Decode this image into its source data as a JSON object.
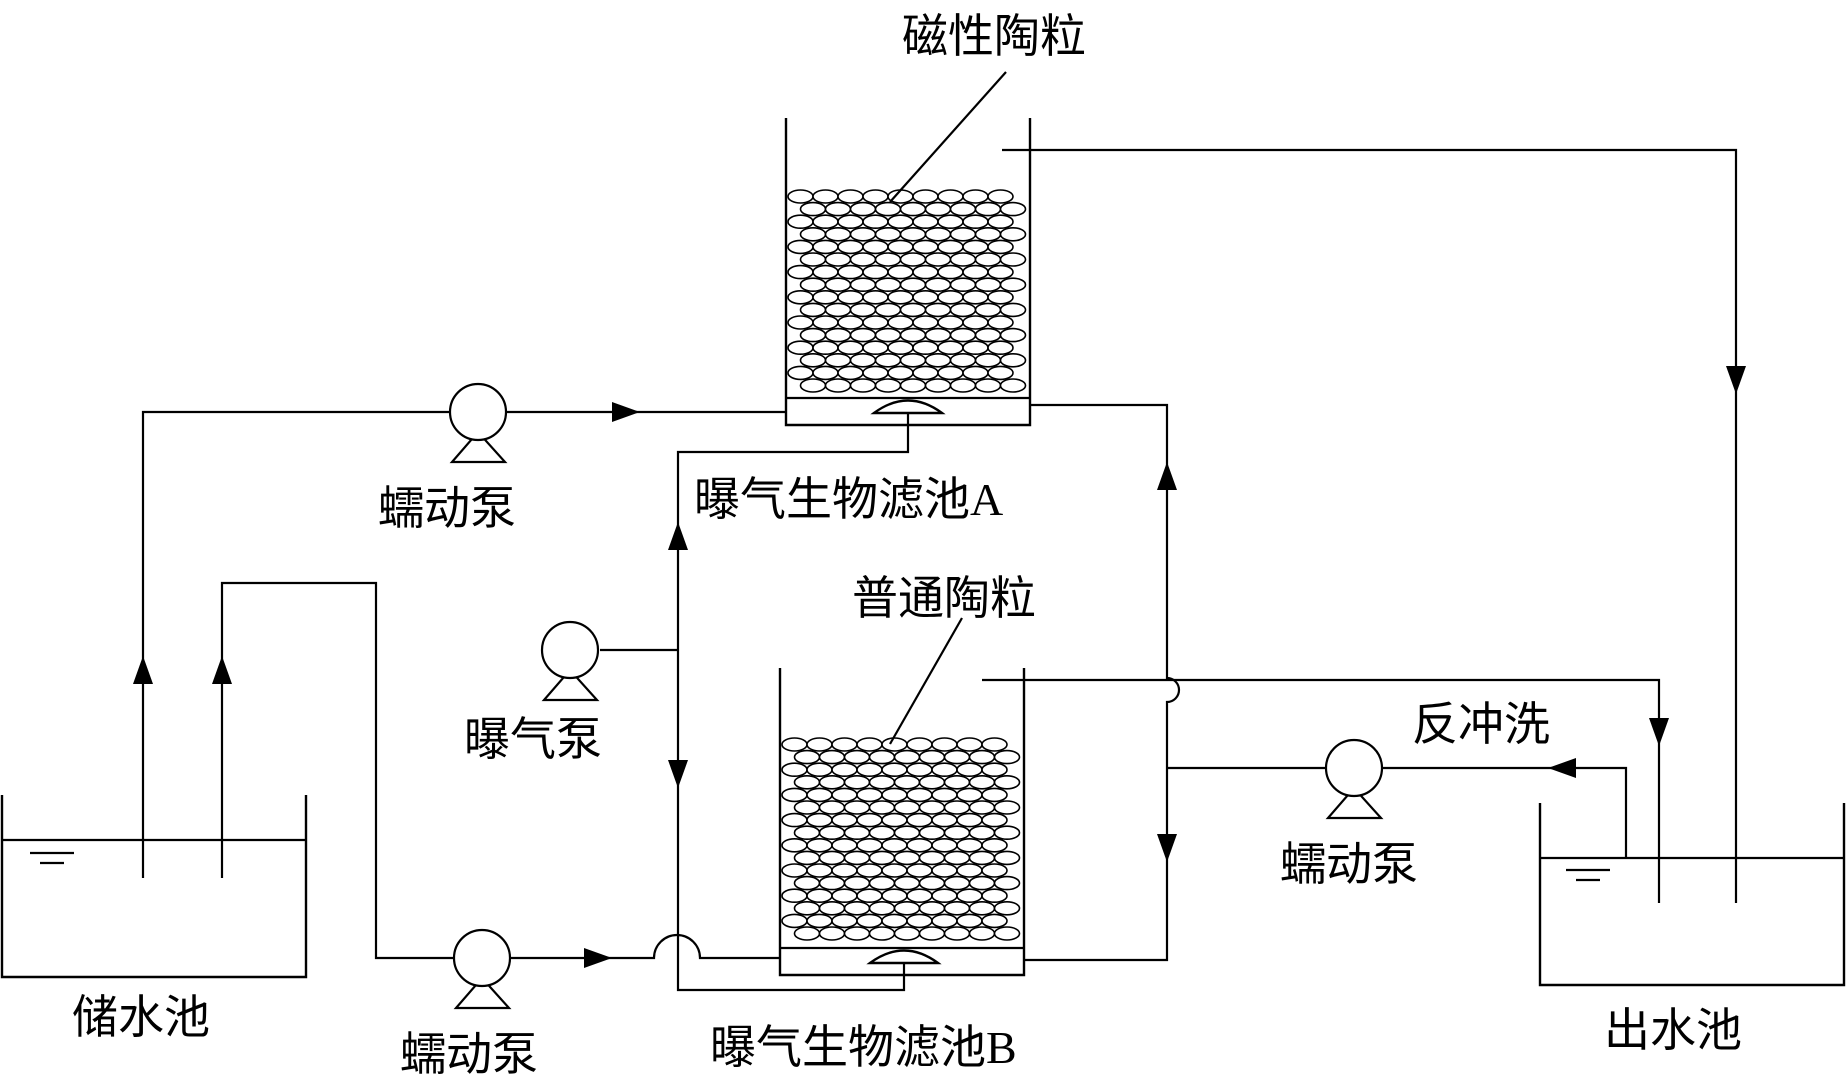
{
  "labels": {
    "magnetic_ceramsite": "磁性陶粒",
    "ordinary_ceramsite": "普通陶粒",
    "filter_a": "曝气生物滤池A",
    "filter_b": "曝气生物滤池B",
    "storage_tank": "储水池",
    "outlet_tank": "出水池",
    "peristaltic_pump_top": "蠕动泵",
    "peristaltic_pump_bottom": "蠕动泵",
    "peristaltic_pump_right": "蠕动泵",
    "aeration_pump": "曝气泵",
    "backwash": "反冲洗"
  }
}
